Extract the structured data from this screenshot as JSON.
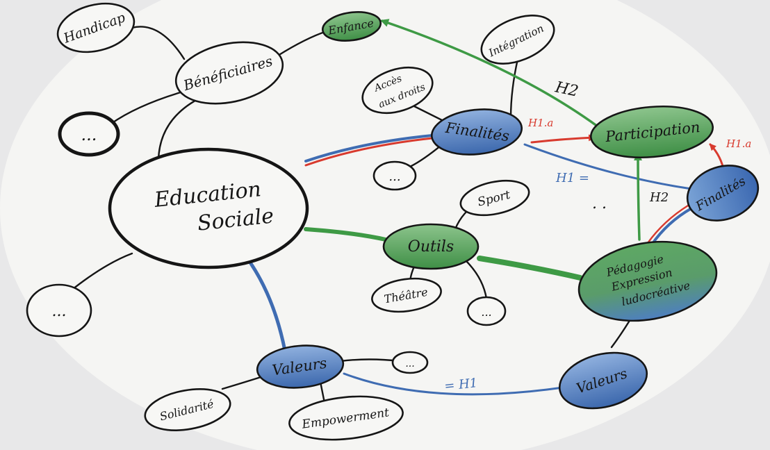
{
  "diagram": {
    "nodes": {
      "central": {
        "label_line1": "Education",
        "label_line2": "Sociale"
      },
      "handicap": {
        "label": "Handicap"
      },
      "beneficiaires": {
        "label": "Bénéficiaires"
      },
      "enfance": {
        "label": "Enfance"
      },
      "integration": {
        "label": "Intégration"
      },
      "acces": {
        "label_line1": "Accès",
        "label_line2": "aux droits"
      },
      "finalites_center": {
        "label": "Finalités"
      },
      "participation": {
        "label": "Participation"
      },
      "finalites_right": {
        "label": "Finalités"
      },
      "outils": {
        "label": "Outils"
      },
      "sport": {
        "label": "Sport"
      },
      "theatre": {
        "label": "Théâtre"
      },
      "pedagogie": {
        "label_line1": "Pédagogie",
        "label_line2": "Expression",
        "label_line3": "ludocréative"
      },
      "valeurs_left": {
        "label": "Valeurs"
      },
      "valeurs_right": {
        "label": "Valeurs"
      },
      "solidarite": {
        "label": "Solidarité"
      },
      "empowerment": {
        "label": "Empowerment"
      },
      "ellipsis": "..."
    },
    "edge_labels": {
      "h2_top": "H2",
      "h1a_center": "H1.a",
      "h1a_right": "H1.a",
      "h1_eq_mid": "H1 =",
      "h2_right": "H2",
      "eq_h1_bottom": "= H1",
      "dots_mid": ". ."
    },
    "colors": {
      "ink": "#151515",
      "paper": "#f4f4f2",
      "green_fill": "#4f9a53",
      "blue_fill": "#4a78b8",
      "red_arrow": "#d83a2e",
      "green_arrow": "#3e9a45",
      "blue_line": "#3f6cb2"
    }
  }
}
